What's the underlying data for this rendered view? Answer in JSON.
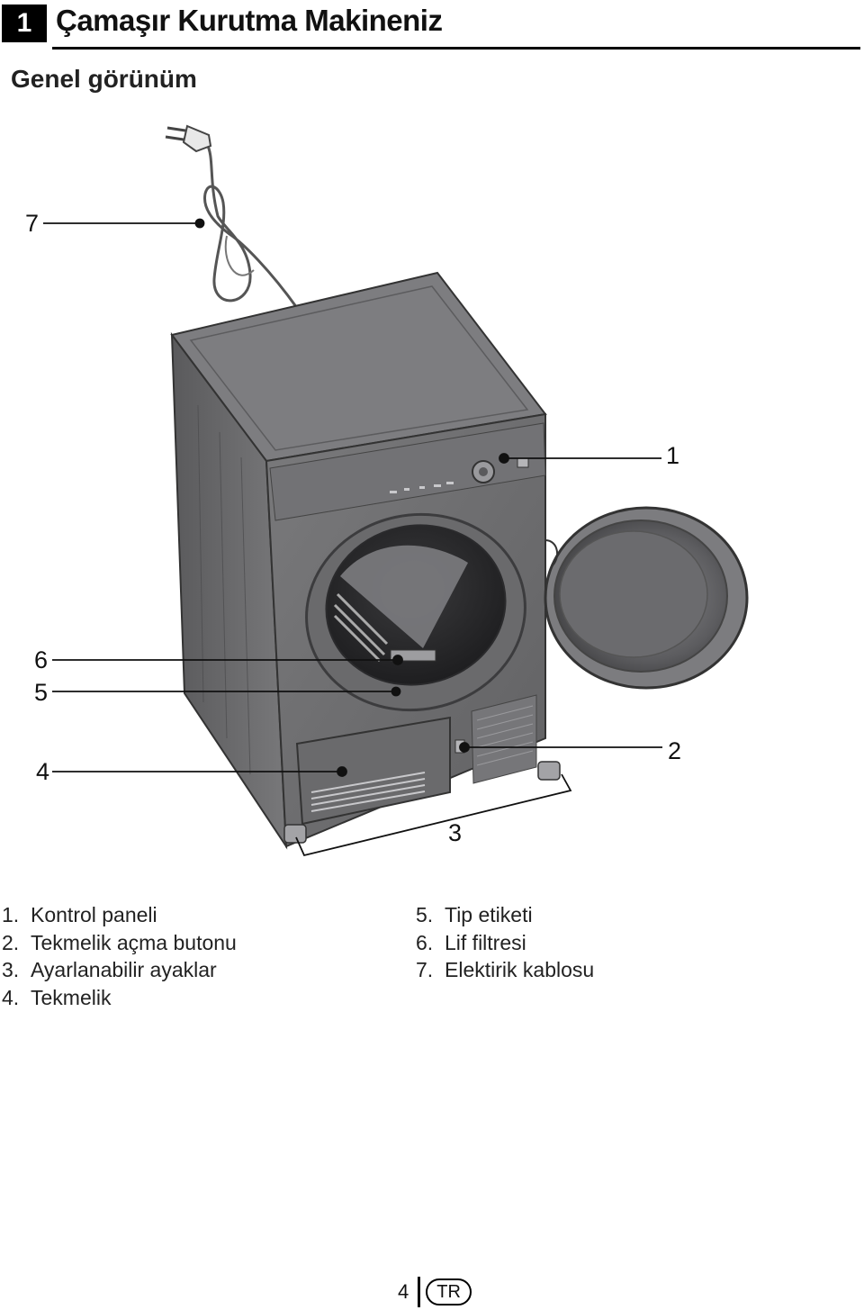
{
  "header": {
    "chapter_number": "1",
    "chapter_title": "Çamaşır Kurutma Makineniz",
    "section_title": "Genel görünüm"
  },
  "diagram": {
    "callouts": [
      "7",
      "1",
      "6",
      "5",
      "4",
      "2",
      "3"
    ]
  },
  "legend": {
    "left": [
      {
        "num": "1.",
        "label": "Kontrol paneli"
      },
      {
        "num": "2.",
        "label": "Tekmelik açma butonu"
      },
      {
        "num": "3.",
        "label": "Ayarlanabilir ayaklar"
      },
      {
        "num": "4.",
        "label": "Tekmelik"
      }
    ],
    "right": [
      {
        "num": "5.",
        "label": "Tip etiketi"
      },
      {
        "num": "6.",
        "label": "Lif filtresi"
      },
      {
        "num": "7.",
        "label": "Elektirik kablosu"
      }
    ]
  },
  "footer": {
    "page_number": "4",
    "language": "TR"
  },
  "colors": {
    "body_gray": "#6e6e70",
    "dark_gray": "#4a4a4c",
    "light_gray": "#8f8f92"
  }
}
